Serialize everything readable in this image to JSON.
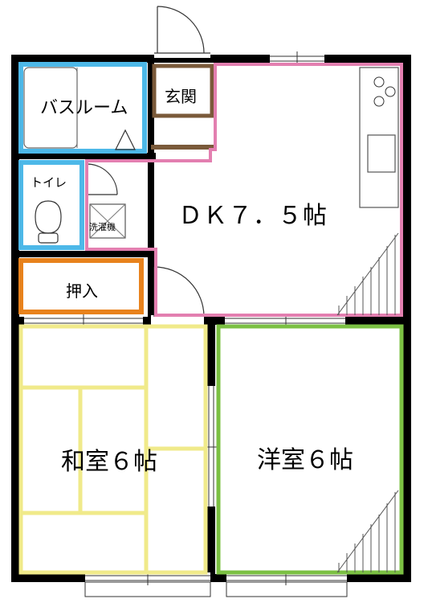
{
  "rooms": {
    "bath": "バスルーム",
    "entrance": "玄関",
    "toilet": "トイレ",
    "washer": "洗濯機",
    "dk": "ＤＫ７．５帖",
    "closet": "押入",
    "washitsu": "和室６帖",
    "youshitsu": "洋室６帖"
  },
  "colors": {
    "wall": "#000000",
    "bath": "#4db8e8",
    "toilet": "#4db8e8",
    "entrance": "#7a5a3a",
    "dk": "#e37fb0",
    "closet": "#e8821c",
    "washitsu": "#f0ea8a",
    "youshitsu": "#7bc043",
    "fixture": "#555555"
  }
}
